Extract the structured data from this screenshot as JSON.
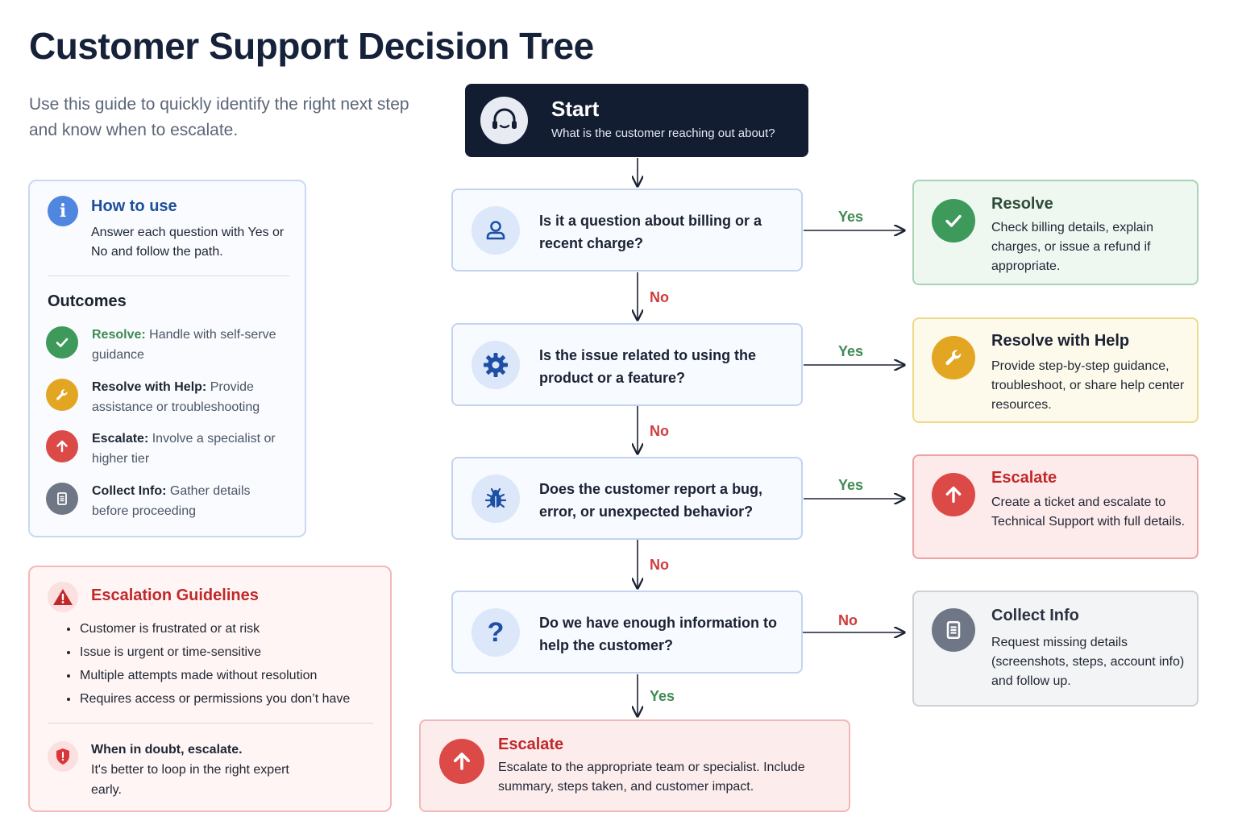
{
  "header": {
    "title": "Customer Support Decision Tree",
    "subtitle": "Use this guide to quickly identify the right next step and know when to escalate."
  },
  "how_to_use": {
    "title": "How to use",
    "text": "Answer each question with Yes or No and follow the path."
  },
  "outcomes": {
    "title": "Outcomes",
    "items": [
      {
        "label": "Resolve:",
        "text": "Handle with self-serve guidance",
        "color": "#3d9a5a",
        "icon": "check-icon"
      },
      {
        "label": "Resolve with Help:",
        "text": "Provide assistance or troubleshooting",
        "color": "#e2a622",
        "icon": "wrench-icon"
      },
      {
        "label": "Escalate:",
        "text": "Involve a specialist or higher tier",
        "color": "#dc4a48",
        "icon": "arrow-up-icon"
      },
      {
        "label": "Collect Info:",
        "text": "Gather details before proceeding",
        "color": "#6f7786",
        "icon": "document-icon"
      }
    ]
  },
  "guidelines": {
    "title": "Escalation Guidelines",
    "items": [
      "Customer is frustrated or at risk",
      "Issue is urgent or time-sensitive",
      "Multiple attempts made without resolution",
      "Requires access or permissions you don’t have"
    ],
    "doubt_title": "When in doubt, escalate.",
    "doubt_text": "It's better to loop in the right expert early."
  },
  "start": {
    "title": "Start",
    "subtitle": "What is the customer reaching out about?"
  },
  "questions": [
    {
      "text": "Is it a question about billing or a recent charge?",
      "icon": "user-icon"
    },
    {
      "text": "Is the issue related to using the product or a feature?",
      "icon": "gear-icon"
    },
    {
      "text": "Does the customer report a bug, error, or unexpected behavior?",
      "icon": "bug-icon"
    },
    {
      "text": "Do we have enough information to help the customer?",
      "icon": "question-icon"
    }
  ],
  "results": [
    {
      "title": "Resolve",
      "text": "Check billing details, explain charges, or issue a refund if appropriate.",
      "color": "#3d9a5a"
    },
    {
      "title": "Resolve with Help",
      "text": "Provide step-by-step guidance, troubleshoot, or share help center resources.",
      "color": "#e2a622"
    },
    {
      "title": "Escalate",
      "text": "Create a ticket and escalate to Technical Support with full details.",
      "color": "#dc4a48"
    },
    {
      "title": "Collect Info",
      "text": "Request missing details (screenshots, steps, account info) and follow up.",
      "color": "#6f7786"
    }
  ],
  "final": {
    "title": "Escalate",
    "text": "Escalate to the appropriate team or specialist. Include summary, steps taken, and customer impact."
  },
  "labels": {
    "yes": "Yes",
    "no": "No"
  }
}
